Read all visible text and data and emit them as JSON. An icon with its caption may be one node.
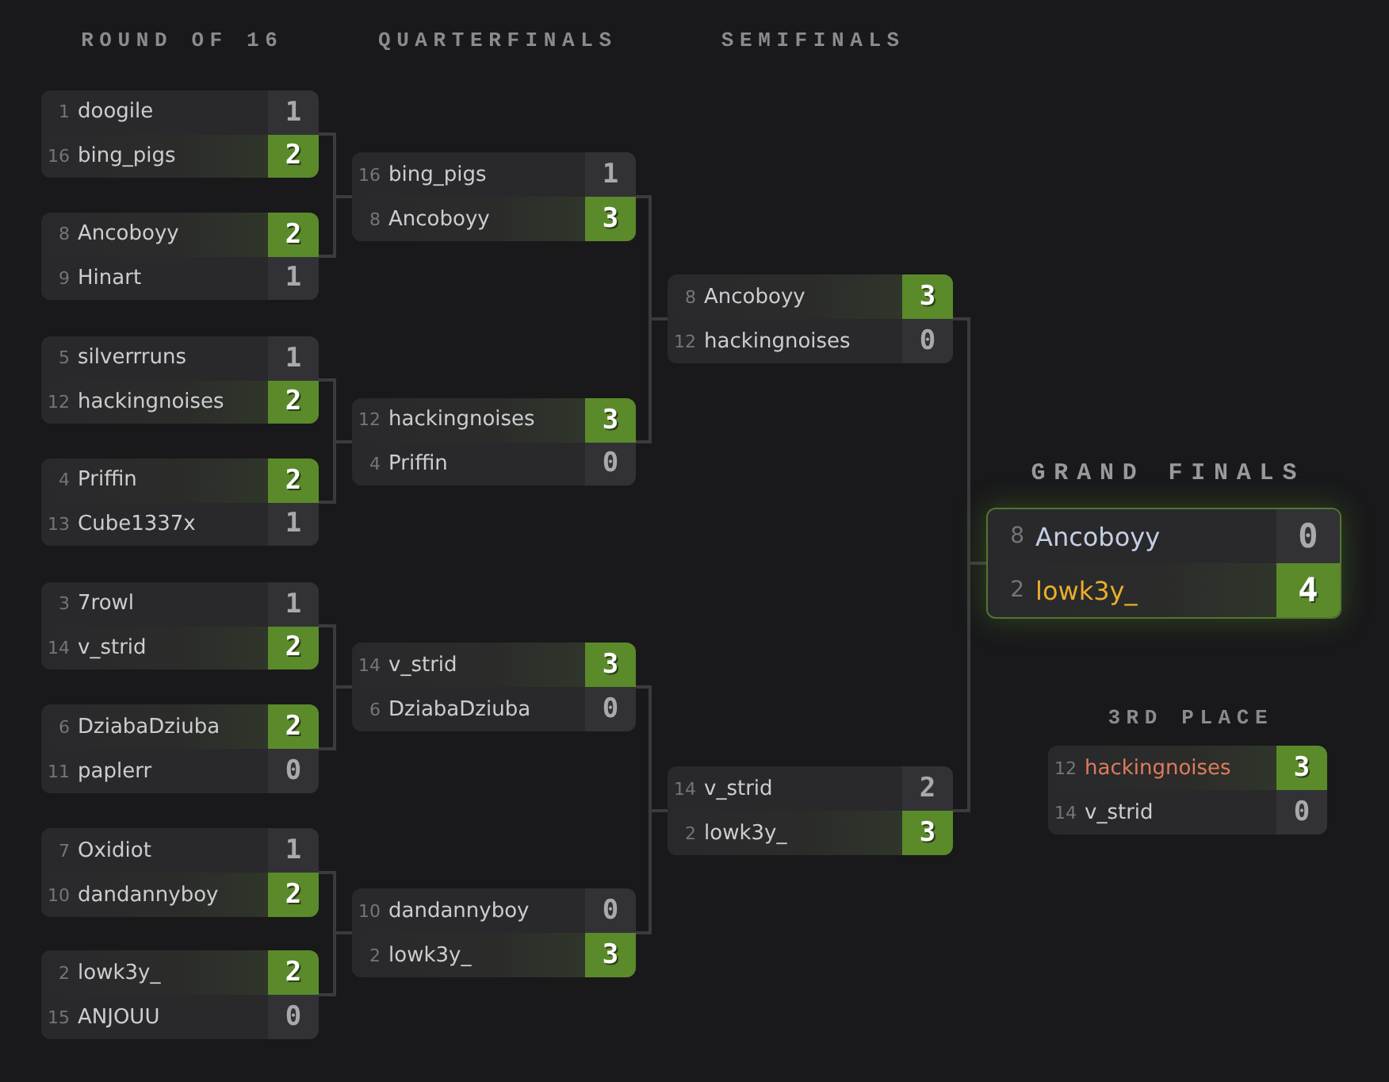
{
  "diagram": {
    "nodes": [
      {
        "text": [],
        "shape": "box"
      },
      {
        "text": [
          "1",
          "doogile",
          "1"
        ],
        "in": 0
      },
      {
        "text": [
          "16",
          "bing_pigs",
          "2"
        ],
        "in": 0
      },
      {
        "text": [],
        "shape": "box"
      },
      {
        "text": [
          "8",
          "Ancoboyy",
          "2"
        ],
        "in": 3
      },
      {
        "text": [
          "9",
          "Hinart",
          "1"
        ],
        "in": 3
      },
      {
        "text": [],
        "shape": "box"
      },
      {
        "text": [
          "5",
          "silverrruns",
          "1"
        ],
        "in": 6
      },
      {
        "text": [
          "12",
          "hackingnoises",
          "2"
        ],
        "in": 6
      },
      {
        "text": [],
        "shape": "box"
      },
      {
        "text": [
          "4",
          "Priffin",
          "2"
        ],
        "in": 9
      },
      {
        "text": [
          "13",
          "Cube1337x",
          "1"
        ],
        "in": 9
      },
      {
        "text": [],
        "shape": "box"
      },
      {
        "text": [
          "3",
          "7rowl",
          "1"
        ],
        "in": 12
      },
      {
        "text": [
          "14",
          "v_strid",
          "2"
        ],
        "in": 12
      },
      {
        "text": [],
        "shape": "box"
      },
      {
        "text": [
          "6",
          "DziabaDziuba",
          "2"
        ],
        "in": 15
      },
      {
        "text": [
          "11",
          "paplerr",
          "0"
        ],
        "in": 15
      },
      {
        "text": [],
        "shape": "box"
      },
      {
        "text": [
          "7",
          "Oxidiot",
          "1"
        ],
        "in": 18
      },
      {
        "text": [
          "10",
          "dandannyboy",
          "2"
        ],
        "in": 18
      },
      {
        "text": [],
        "shape": "box"
      },
      {
        "text": [
          "2",
          "lowk3y_",
          "2"
        ],
        "in": 21
      },
      {
        "text": [
          "15",
          "ANJOUU",
          "0"
        ],
        "in": 21
      },
      {
        "text": [],
        "shape": "box"
      },
      {
        "text": [
          "16",
          "bing_pigs",
          "1"
        ],
        "in": 24
      },
      {
        "text": [
          "8",
          "Ancoboyy",
          "3"
        ],
        "in": 24
      },
      {
        "text": [],
        "shape": "box"
      },
      {
        "text": [
          "12",
          "hackingnoises",
          "3"
        ],
        "in": 27
      },
      {
        "text": [
          "4",
          "Priffin",
          "0"
        ],
        "in": 27
      },
      {
        "text": [],
        "shape": "box"
      },
      {
        "text": [
          "14",
          "v_strid",
          "3"
        ],
        "in": 30
      },
      {
        "text": [
          "6",
          "DziabaDziuba",
          "0"
        ],
        "in": 30
      },
      {
        "text": [],
        "shape": "box"
      },
      {
        "text": [
          "10",
          "dandannyboy",
          "0"
        ],
        "in": 33
      },
      {
        "text": [
          "2",
          "lowk3y_",
          "3"
        ],
        "in": 33
      },
      {
        "text": [],
        "shape": "box"
      },
      {
        "text": [
          "8",
          "Ancoboyy",
          "3"
        ],
        "in": 36
      },
      {
        "text": [
          "12",
          "hackingnoises",
          "0"
        ],
        "in": 36
      },
      {
        "text": [],
        "shape": "box"
      },
      {
        "text": [
          "14",
          "v_strid",
          "2"
        ],
        "in": 39
      },
      {
        "text": [
          "2",
          "lowk3y_",
          "3"
        ],
        "in": 39
      },
      {
        "text": [
          "GRAND FINALS"
        ]
      },
      {
        "text": [
          "8",
          "Ancoboyy",
          "0"
        ],
        "in": 42
      },
      {
        "text": [
          "2",
          "lowk3y_",
          "4"
        ],
        "in": 42
      },
      {
        "text": [
          "3RD PLACE"
        ]
      },
      {
        "text": [
          "12",
          "hackingnoises",
          "3"
        ],
        "in": 45
      },
      {
        "text": [
          "14",
          "v_strid",
          "0"
        ],
        "in": 45
      }
    ],
    "edges": [
      {
        "from": 0,
        "to": 24,
        "arrow": "none"
      },
      {
        "from": 3,
        "to": 24,
        "arrow": "none"
      },
      {
        "from": 6,
        "to": 27,
        "arrow": "none"
      },
      {
        "from": 9,
        "to": 27,
        "arrow": "none"
      },
      {
        "from": 12,
        "to": 30,
        "arrow": "none"
      },
      {
        "from": 15,
        "to": 30,
        "arrow": "none"
      },
      {
        "from": 18,
        "to": 33,
        "arrow": "none"
      },
      {
        "from": 21,
        "to": 33,
        "arrow": "none"
      },
      {
        "from": 24,
        "to": 36,
        "arrow": "none"
      },
      {
        "from": 27,
        "to": 36,
        "arrow": "none"
      },
      {
        "from": 30,
        "to": 39,
        "arrow": "none"
      },
      {
        "from": 33,
        "to": 39,
        "arrow": "none"
      },
      {
        "from": 36,
        "to": 42,
        "arrow": "none"
      },
      {
        "from": 39,
        "to": 42,
        "arrow": "none"
      }
    ],
    "labels": [
      "ROUND OF 16",
      "QUARTERFINALS",
      "SEMIFINALS"
    ]
  }
}
